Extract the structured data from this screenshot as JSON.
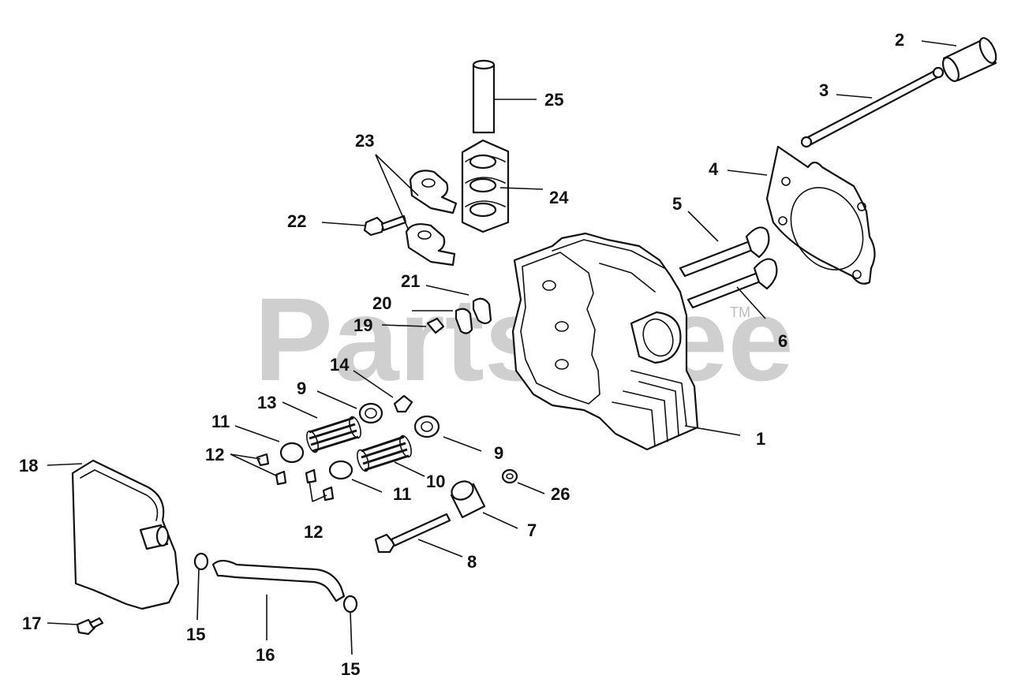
{
  "watermark": {
    "text": "PartsTree",
    "trademark": "TM"
  },
  "callouts": {
    "c1": "1",
    "c2": "2",
    "c3": "3",
    "c4": "4",
    "c5": "5",
    "c6": "6",
    "c7": "7",
    "c8": "8",
    "c9a": "9",
    "c9b": "9",
    "c10": "10",
    "c11a": "11",
    "c11b": "11",
    "c12a": "12",
    "c12b": "12",
    "c13": "13",
    "c14": "14",
    "c15a": "15",
    "c15b": "15",
    "c16": "16",
    "c17": "17",
    "c18": "18",
    "c19": "19",
    "c20": "20",
    "c21": "21",
    "c22": "22",
    "c23": "23",
    "c24": "24",
    "c25": "25",
    "c26": "26"
  }
}
